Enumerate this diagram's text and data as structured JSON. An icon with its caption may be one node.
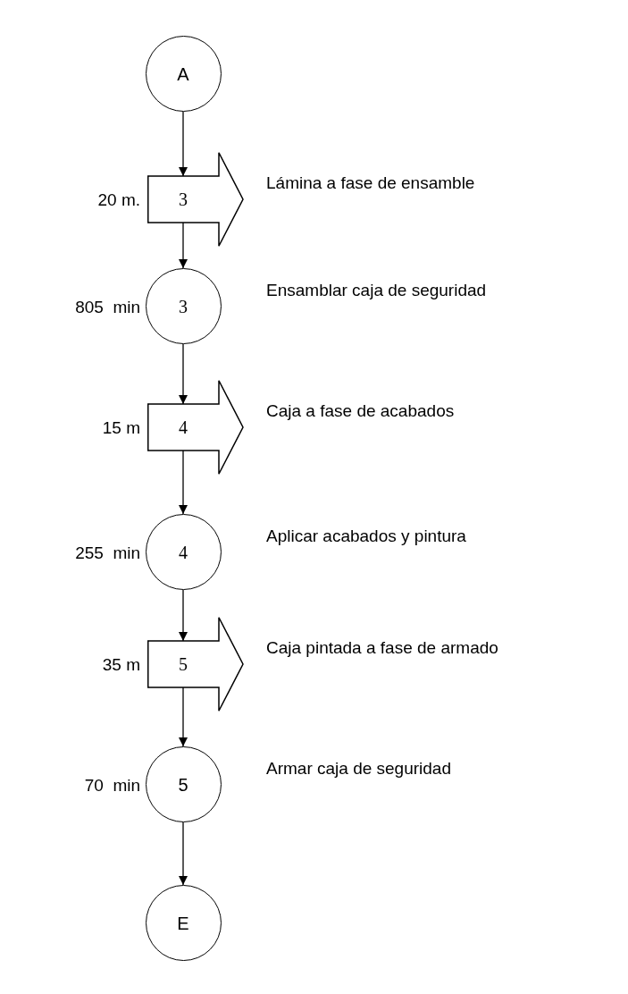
{
  "diagram": {
    "nodes": [
      {
        "text": [
          "A"
        ]
      },
      {
        "text": [
          "3"
        ],
        "beside": [
          "20 m.",
          "Lámina a fase de ensamble"
        ]
      },
      {
        "text": [
          "3"
        ],
        "beside": [
          "805  min",
          "Ensamblar caja de seguridad"
        ]
      },
      {
        "text": [
          "4"
        ],
        "beside": [
          "15 m",
          "Caja a fase de acabados"
        ]
      },
      {
        "text": [
          "4"
        ],
        "beside": [
          "255  min",
          "Aplicar acabados y pintura"
        ]
      },
      {
        "text": [
          "5"
        ],
        "beside": [
          "35 m",
          "Caja pintada a fase de armado"
        ]
      },
      {
        "text": [
          "5"
        ],
        "beside": [
          "70  min",
          "Armar caja de seguridad"
        ]
      },
      {
        "text": [
          "E"
        ]
      }
    ],
    "edges": [
      {
        "from": 0,
        "to": 1,
        "arrow": "to"
      },
      {
        "from": 1,
        "to": 2,
        "arrow": "to"
      },
      {
        "from": 2,
        "to": 3,
        "arrow": "to"
      },
      {
        "from": 3,
        "to": 4,
        "arrow": "to"
      },
      {
        "from": 4,
        "to": 5,
        "arrow": "to"
      },
      {
        "from": 5,
        "to": 6,
        "arrow": "to"
      },
      {
        "from": 6,
        "to": 7,
        "arrow": "to"
      }
    ]
  }
}
